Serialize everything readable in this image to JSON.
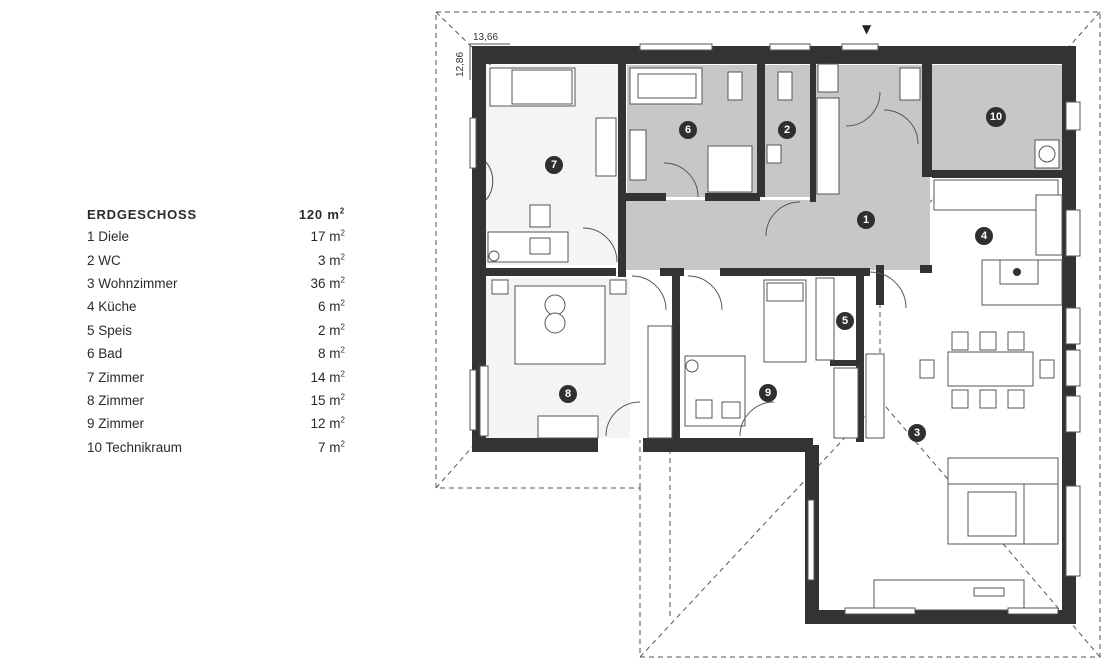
{
  "legend": {
    "title": "ERDGESCHOSS",
    "total_value": "120 m",
    "total_unit_sup": "2",
    "rooms": [
      {
        "name": "1  Diele",
        "area": "17 m",
        "sup": "2"
      },
      {
        "name": "2 WC",
        "area": "3 m",
        "sup": "2"
      },
      {
        "name": "3 Wohnzimmer",
        "area": "36 m",
        "sup": "2"
      },
      {
        "name": "4 Küche",
        "area": "6 m",
        "sup": "2"
      },
      {
        "name": "5 Speis",
        "area": "2 m",
        "sup": "2"
      },
      {
        "name": "6 Bad",
        "area": "8 m",
        "sup": "2"
      },
      {
        "name": "7 Zimmer",
        "area": "14 m",
        "sup": "2"
      },
      {
        "name": "8 Zimmer",
        "area": "15 m",
        "sup": "2"
      },
      {
        "name": "9 Zimmer",
        "area": "12 m",
        "sup": "2"
      },
      {
        "name": "10 Technikraum",
        "area": "7 m",
        "sup": "2"
      }
    ]
  },
  "plan": {
    "dim_width": "13,66",
    "dim_depth": "12,86",
    "entrance_marker": "▼",
    "badges": [
      "1",
      "2",
      "3",
      "4",
      "5",
      "6",
      "7",
      "8",
      "9",
      "10"
    ]
  }
}
